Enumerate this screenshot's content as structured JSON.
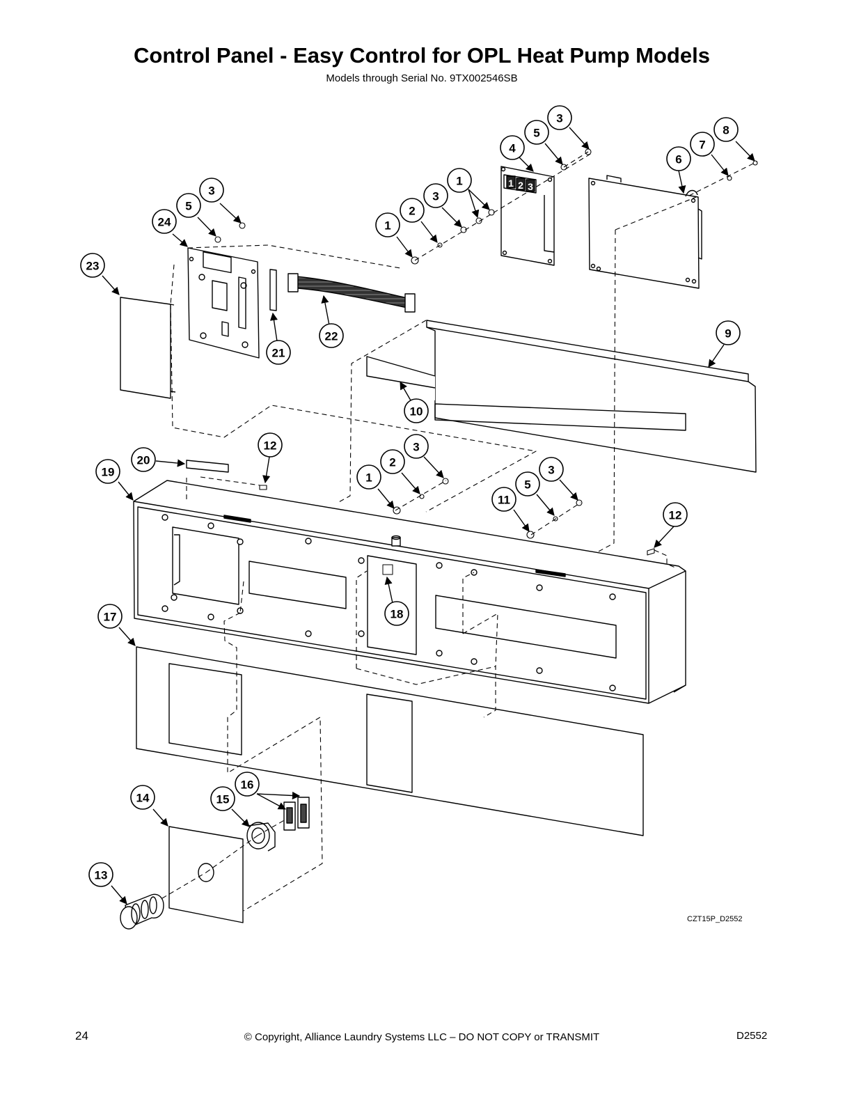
{
  "title": "Control Panel - Easy Control for OPL Heat Pump Models",
  "subtitle": "Models through Serial No. 9TX002546SB",
  "drawing_id": "CZT15P_D2552",
  "footer": {
    "page_number": "24",
    "copyright": "© Copyright, Alliance Laundry Systems LLC – DO NOT COPY or TRANSMIT",
    "doc_code": "D2552"
  },
  "display_digits": [
    "1",
    "2",
    "3"
  ],
  "callouts": [
    "3",
    "5",
    "8",
    "7",
    "6",
    "4",
    "1",
    "3",
    "2",
    "1",
    "3",
    "5",
    "24",
    "23",
    "21",
    "22",
    "9",
    "10",
    "12",
    "20",
    "19",
    "3",
    "2",
    "1",
    "3",
    "5",
    "11",
    "12",
    "18",
    "17",
    "16",
    "15",
    "14",
    "13"
  ]
}
